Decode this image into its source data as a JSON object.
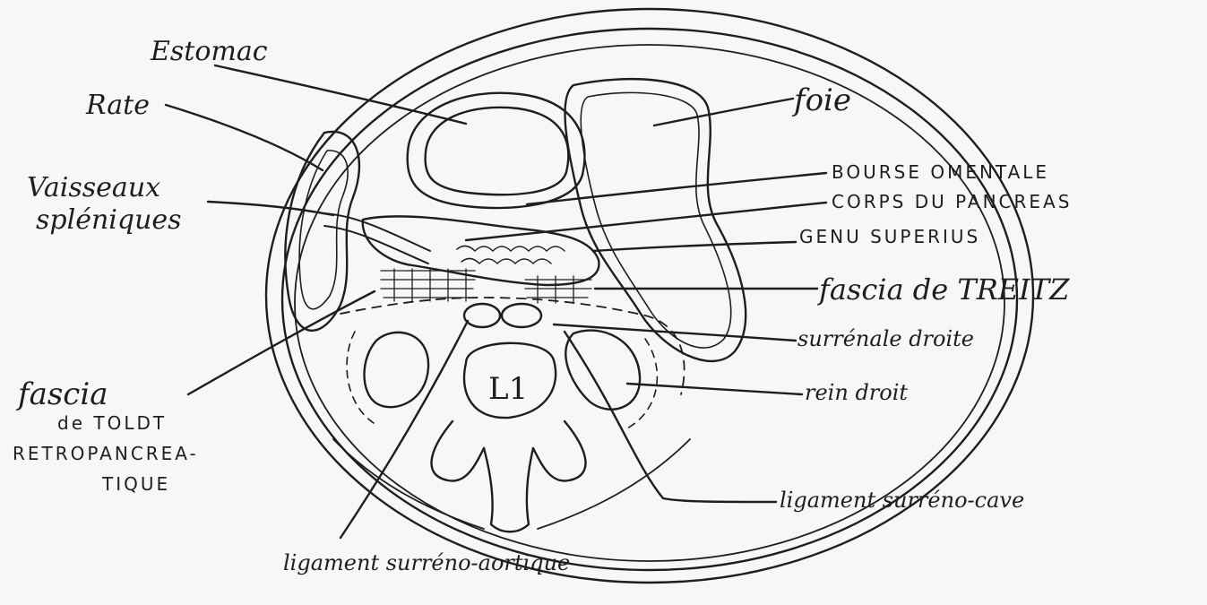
{
  "diagram": {
    "vertebra": "L1",
    "labels": {
      "estomac": "Estomac",
      "rate": "Rate",
      "foie": "foie",
      "vaisseaux": "Vaisseaux",
      "spleniques": "spléniques",
      "bourse_omentale": "BOURSE OMENTALE",
      "corps_pancreas": "CORPS DU PANCREAS",
      "genu_superius": "GENU SUPERIUS",
      "fascia_treitz": "fascia de TREITZ",
      "surrenale_droite": "surrénale droite",
      "rein_droit": "rein droit",
      "fascia": "fascia",
      "de_toldt": "de TOLDT",
      "retropancrea": "RETROPANCREA-",
      "tique": "TIQUE",
      "ligament_cave": "ligament surréno-cave",
      "ligament_aortique": "ligament surréno-aortique"
    }
  }
}
